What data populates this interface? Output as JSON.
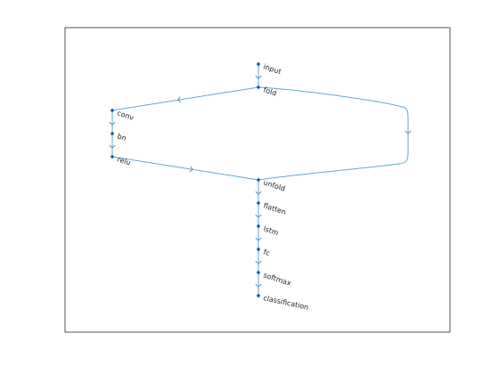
{
  "diagram": {
    "style": {
      "edge_color": "#66a6d0",
      "node_color": "#0d5aa6",
      "label_color": "#262626",
      "axes_border_color": "#262626"
    },
    "nodes": [
      {
        "id": "input",
        "label": "input"
      },
      {
        "id": "fold",
        "label": "fold"
      },
      {
        "id": "conv",
        "label": "conv"
      },
      {
        "id": "bn",
        "label": "bn"
      },
      {
        "id": "relu",
        "label": "relu"
      },
      {
        "id": "unfold",
        "label": "unfold"
      },
      {
        "id": "flatten",
        "label": "flatten"
      },
      {
        "id": "lstm",
        "label": "lstm"
      },
      {
        "id": "fc",
        "label": "fc"
      },
      {
        "id": "softmax",
        "label": "softmax"
      },
      {
        "id": "classification",
        "label": "classification"
      }
    ],
    "edges": [
      {
        "from": "input",
        "to": "fold"
      },
      {
        "from": "fold",
        "to": "conv"
      },
      {
        "from": "conv",
        "to": "bn"
      },
      {
        "from": "bn",
        "to": "relu"
      },
      {
        "from": "relu",
        "to": "unfold"
      },
      {
        "from": "fold",
        "to": "unfold"
      },
      {
        "from": "unfold",
        "to": "flatten"
      },
      {
        "from": "flatten",
        "to": "lstm"
      },
      {
        "from": "lstm",
        "to": "fc"
      },
      {
        "from": "fc",
        "to": "softmax"
      },
      {
        "from": "softmax",
        "to": "classification"
      }
    ]
  }
}
